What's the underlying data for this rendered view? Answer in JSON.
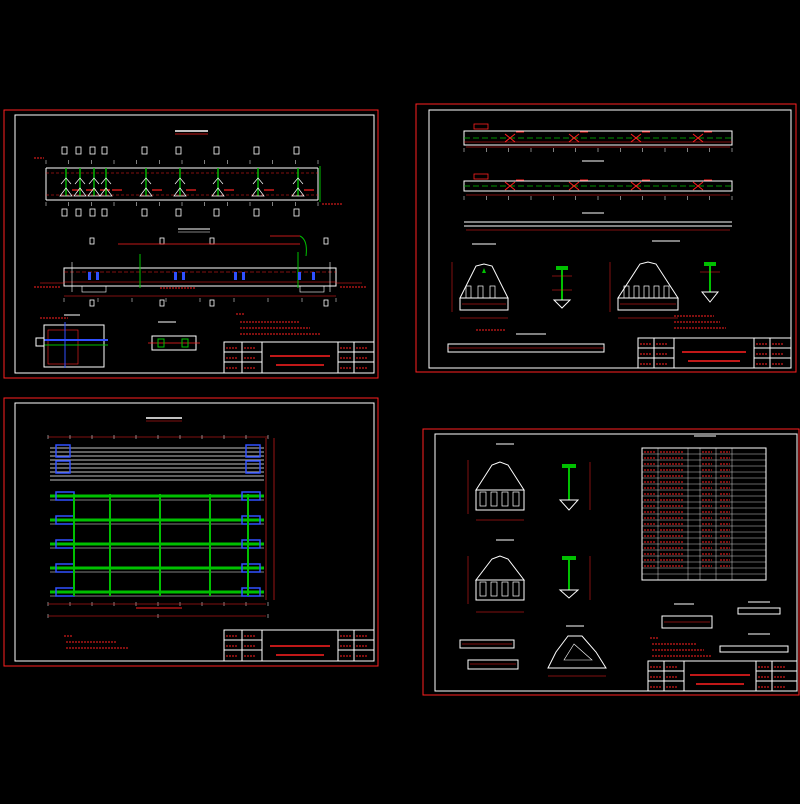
{
  "colors": {
    "background": "#000000",
    "frame": "#ff2020",
    "inner_frame": "#ffffff",
    "rebar": "#ff2020",
    "stirrup": "#00c000",
    "bolt": "#3050ff",
    "text": "#ffffff",
    "accent": "#ffff00"
  },
  "sheets": [
    {
      "id": "sheet-1",
      "title_block_text": "",
      "note_label": ""
    },
    {
      "id": "sheet-2",
      "title_block_text": "",
      "note_label": ""
    },
    {
      "id": "sheet-3",
      "title_block_text": "",
      "note_label": ""
    },
    {
      "id": "sheet-4",
      "title_block_text": "",
      "note_label": ""
    }
  ]
}
